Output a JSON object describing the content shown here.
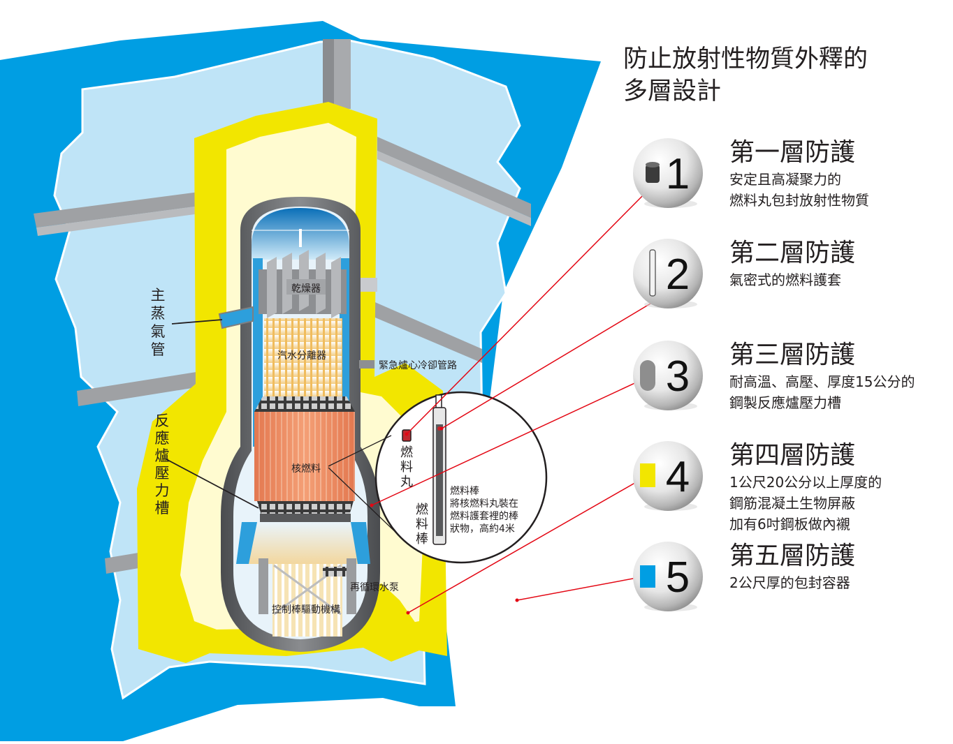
{
  "title": {
    "line1": "防止放射性物質外釋的",
    "line2": "多層設計"
  },
  "layers": [
    {
      "number": "1",
      "title": "第一層防護",
      "desc": [
        "安定且高凝聚力的",
        "燃料丸包封放射性物質"
      ]
    },
    {
      "number": "2",
      "title": "第二層防護",
      "desc": [
        "氣密式的燃料護套"
      ]
    },
    {
      "number": "3",
      "title": "第三層防護",
      "desc": [
        "耐高溫、高壓、厚度15公分的",
        "鋼製反應爐壓力槽"
      ]
    },
    {
      "number": "4",
      "title": "第四層防護",
      "desc": [
        "1公尺20公分以上厚度的",
        "鋼筋混凝土生物屏蔽",
        "加有6吋鋼板做內襯"
      ]
    },
    {
      "number": "5",
      "title": "第五層防護",
      "desc": [
        "2公尺厚的包封容器"
      ]
    }
  ],
  "labels": {
    "main_steam": "主蒸氣管",
    "dryer": "乾燥器",
    "separator": "汽水分離器",
    "eccs": "緊急爐心冷卻管路",
    "vessel": "反應爐壓力槽",
    "fuel": "核燃料",
    "pump": "再循環水泵",
    "crd": "控制棒驅動機構",
    "pellet": "燃料丸",
    "rod": "燃料棒",
    "rod_desc": [
      "燃料棒",
      "將核燃料丸裝在",
      "燃料護套裡的棒",
      "狀物，高約4米"
    ]
  },
  "colors": {
    "containment": "#009ee3",
    "containment_inner": "#bfe4f7",
    "shield": "#f2e600",
    "shield_light": "#fffbd0",
    "vessel": "#5c5e61",
    "fuel": "#ef8a5e",
    "leader": "#e30613"
  }
}
